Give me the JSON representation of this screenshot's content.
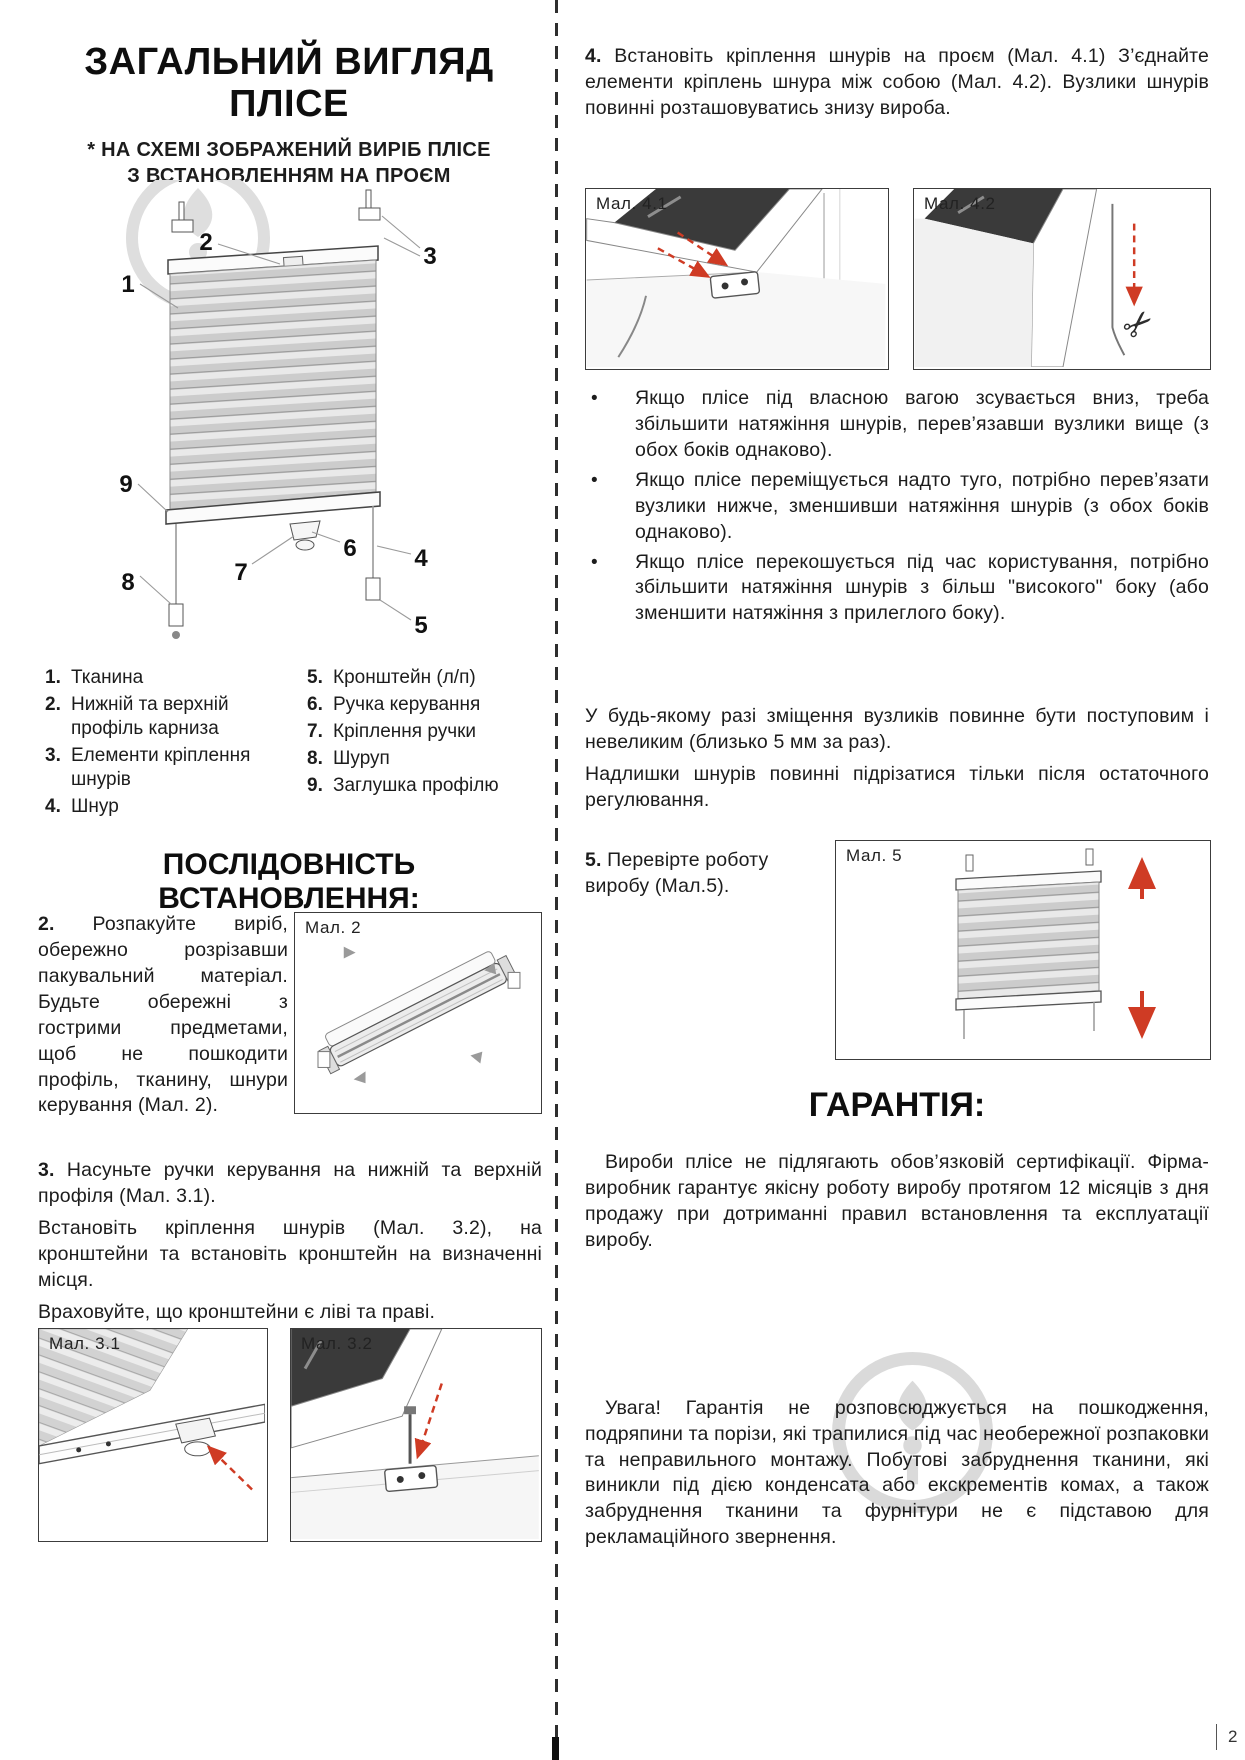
{
  "page": {
    "number": "2"
  },
  "ui": {
    "bullet_char": "•"
  },
  "colors": {
    "accent_red": "#cf3b24",
    "text": "#1c1c1c",
    "watermark_gray": "#d8d8d8"
  },
  "left": {
    "title": {
      "line1": "ЗАГАЛЬНИЙ ВИГЛЯД",
      "line2": "ПЛІСЕ"
    },
    "subtitle": {
      "line1": "* НА СХЕМІ ЗОБРАЖЕНИЙ ВИРІБ ПЛІСЕ",
      "line2": "З ВСТАНОВЛЕННЯМ НА ПРОЄМ"
    },
    "legend_col1": [
      {
        "num": "1.",
        "text": "Тканина"
      },
      {
        "num": "2.",
        "text": "Нижній та верхній профіль карниза"
      },
      {
        "num": "3.",
        "text": "Елементи кріплення шнурів"
      },
      {
        "num": "4.",
        "text": "Шнур"
      }
    ],
    "legend_col2": [
      {
        "num": "5.",
        "text": "Кронштейн (л/п)"
      },
      {
        "num": "6.",
        "text": "Ручка керування"
      },
      {
        "num": "7.",
        "text": "Кріплення ручки"
      },
      {
        "num": "8.",
        "text": "Шуруп"
      },
      {
        "num": "9.",
        "text": "Заглушка профілю"
      }
    ],
    "sequence_heading": "ПОСЛІДОВНІСТЬ ВСТАНОВЛЕННЯ:",
    "step2": {
      "num": "2.",
      "text": "Розпакуйте виріб, обережно розрізавши пакувальний матеріал. Будьте обережні з гострими предметами, щоб не пошкодити профіль, тканину, шнури керування (Мал. 2)."
    },
    "fig2_label": "Мал. 2",
    "step3": {
      "num": "3.",
      "line1": "Насуньте ручки керування на нижній та верхній профіля (Мал. 3.1).",
      "line2": "Встановіть кріплення шнурів (Мал. 3.2), на кронштейни та встановіть кронштейн на визначенні місця.",
      "line3": "Враховуйте, що кронштейни є ліві та праві."
    },
    "fig31_label": "Мал. 3.1",
    "fig32_label": "Мал. 3.2"
  },
  "right": {
    "step4": {
      "num": "4.",
      "text": "Встановіть кріплення шнурів на проєм (Мал. 4.1) З’єднайте елементи кріплень шнура між собою (Мал. 4.2). Вузлики шнурів повинні розташовуватись знизу вироба."
    },
    "fig41_label": "Мал. 4.1",
    "fig42_label": "Мал. 4.2",
    "bullets": [
      "Якщо плісе під власною вагою зсувається вниз, треба збільшити натяжіння шнурів, перев’язавши вузлики вище (з обох боків однаково).",
      "Якщо плісе переміщується надто туго, потрібно перев’язати вузлики нижче, зменшивши натяжіння шнурів (з обох боків однаково).",
      "Якщо плісе перекошується під час користування, потрібно збільшити натяжіння шнурів з більш \"високого\" боку (або зменшити натяжіння з прилеглого боку)."
    ],
    "adjust_note1": "У будь-якому разі зміщення вузликів повинне бути поступовим і невеликим (близько 5 мм за раз).",
    "adjust_note2": "Надлишки шнурів повинні підрізатися тільки після остаточного регулювання.",
    "step5": {
      "num": "5.",
      "text": "Перевірте роботу виробу (Мал.5)."
    },
    "fig5_label": "Мал. 5",
    "warranty_heading": "ГАРАНТІЯ:",
    "warranty_para1": "Вироби плісе не підлягають обов’язковій сертифікації. Фірма-виробник гарантує якісну роботу виробу протягом 12 місяців з дня продажу при дотриманні правил встановлення та експлуатації виробу.",
    "warranty_para2": "Увага! Гарантія не розповсюджується на пошкодження, подряпини та порізи, які трапилися під час необережної розпаковки та неправильного монтажу. Побутові забруднення тканини, які виникли під дією конденсата або екскрементів комах, а також забруднення тканини та фурнітури не є підставою для рекламаційного звернення."
  },
  "diagram": {
    "callouts": [
      "1",
      "2",
      "3",
      "4",
      "5",
      "6",
      "7",
      "8",
      "9"
    ]
  }
}
